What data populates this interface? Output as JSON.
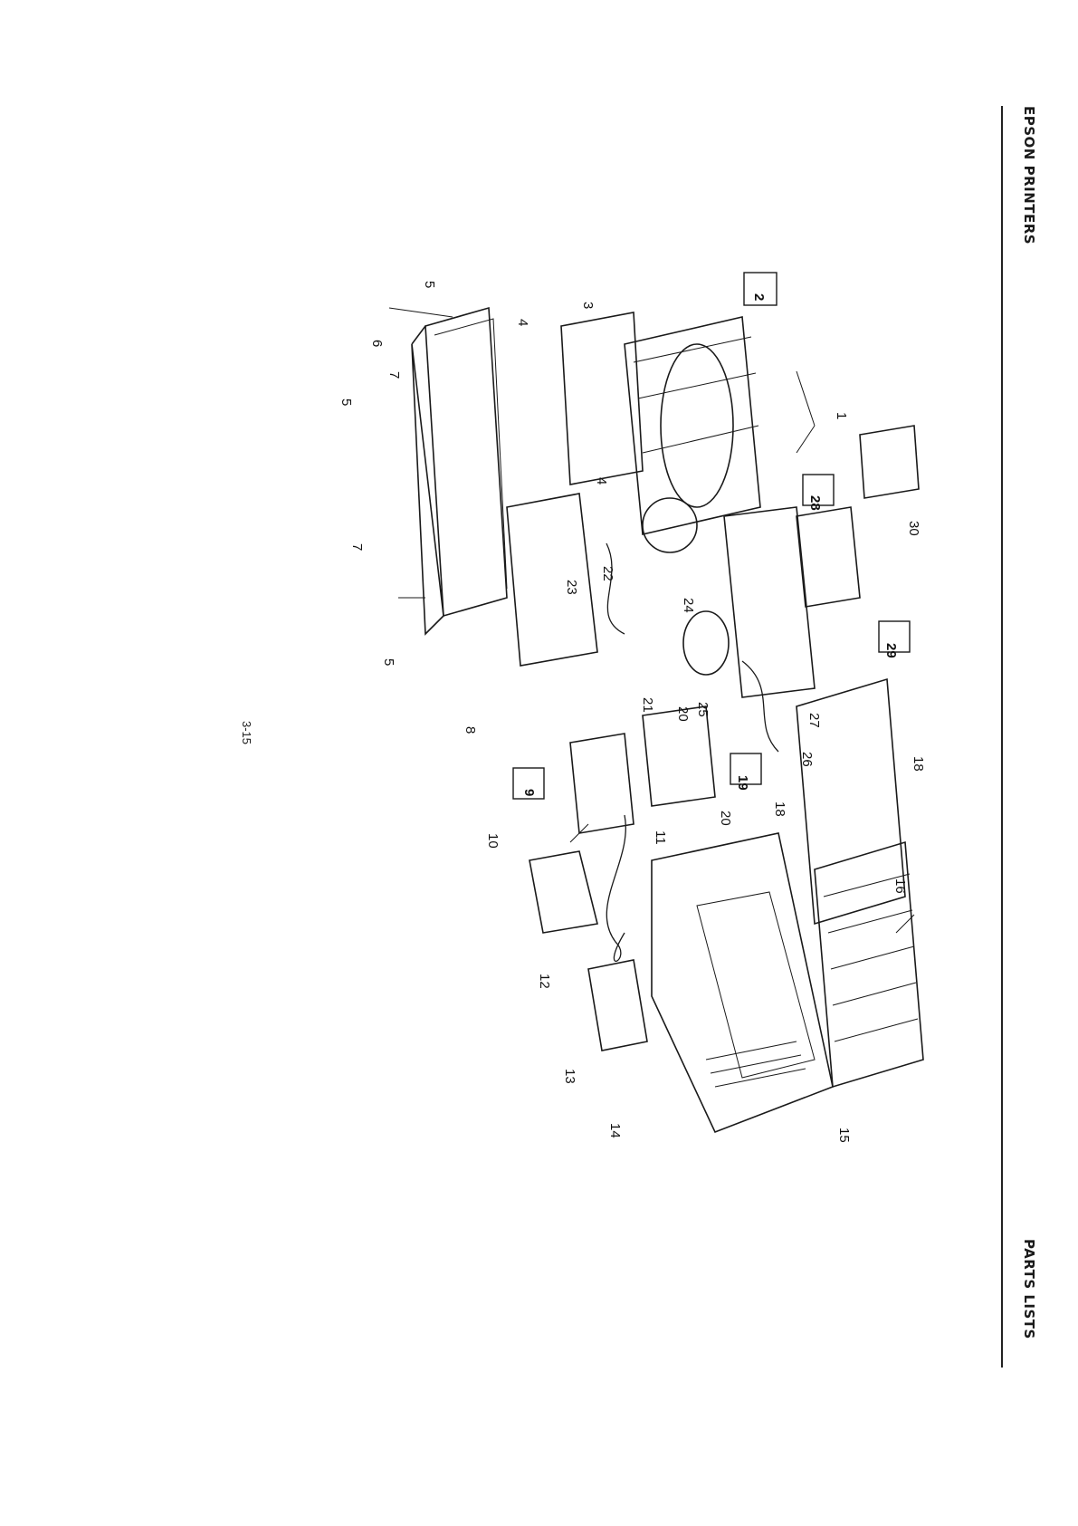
{
  "header": {
    "left_title": "EPSON PRINTERS",
    "right_title": "PARTS LISTS"
  },
  "page_number": "3-15",
  "callouts": {
    "c1": "1",
    "c2": "2",
    "c3": "3",
    "c4a": "4",
    "c4b": "4",
    "c5a": "5",
    "c5b": "5",
    "c5c": "5",
    "c6": "6",
    "c7a": "7",
    "c7b": "7",
    "c8": "8",
    "c9": "9",
    "c10": "10",
    "c11": "11",
    "c12": "12",
    "c13": "13",
    "c14": "14",
    "c15": "15",
    "c16": "16",
    "c18a": "18",
    "c18b": "18",
    "c19": "19",
    "c20a": "20",
    "c20b": "20",
    "c21": "21",
    "c22": "22",
    "c23": "23",
    "c24": "24",
    "c25": "25",
    "c26": "26",
    "c27": "27",
    "c28": "28",
    "c29": "29",
    "c30": "30"
  },
  "colors": {
    "ink": "#1a1a1a",
    "paper": "#ffffff"
  }
}
